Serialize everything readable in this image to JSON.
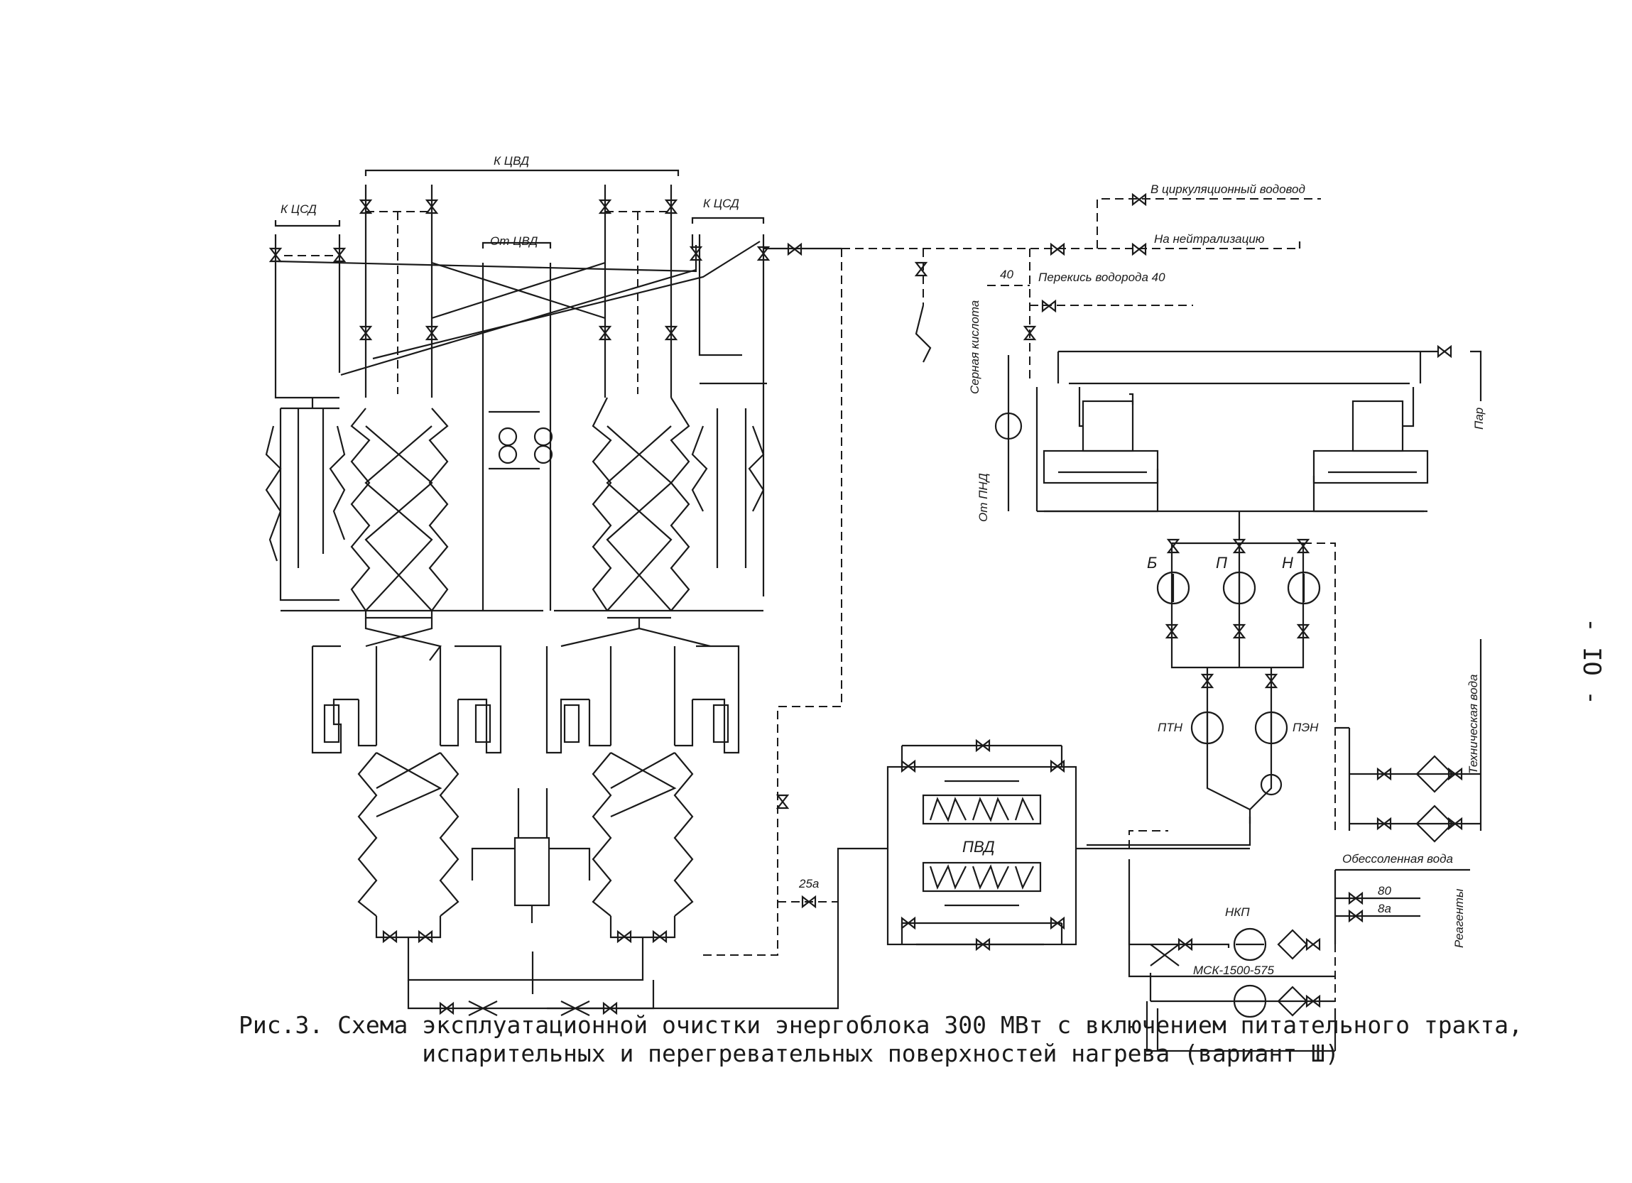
{
  "page_number": "- IO -",
  "caption": {
    "line1": "Рис.3. Схема эксплуатационной очистки энергоблока 300 МВт с включением питательного тракта,",
    "line2": "испарительных и перегревательных поверхностей нагрева (вариант Ш)"
  },
  "labels": {
    "k_cvd": "К ЦВД",
    "k_csd_left": "К ЦСД",
    "k_csd_right": "К ЦСД",
    "ot_cvd": "От ЦВД",
    "v_cirk": "В циркуляционный водовод",
    "na_neitr": "На нейтрализацию",
    "perekis": "Перекись водорода 40",
    "num_40": "40",
    "sernaya": "Серная кислота",
    "ot_pnd": "От ПНД",
    "par": "Пар",
    "pump_b": "Б",
    "pump_p": "П",
    "pump_n": "Н",
    "ptn": "ПТН",
    "pen": "ПЭН",
    "pvd": "ПВД",
    "tech_voda": "Техническая вода",
    "obessol": "Обессоленная вода",
    "num_80": "80",
    "num_8a": "8а",
    "reagenty": "Реагенты",
    "nkp": "НКП",
    "msk": "МСК-1500-575",
    "num_25a": "25а"
  }
}
